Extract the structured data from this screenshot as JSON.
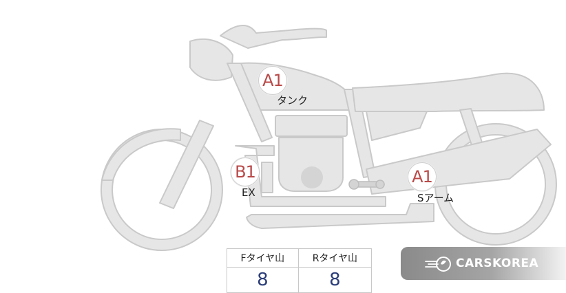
{
  "hotspots": [
    {
      "code": "A1",
      "label": "タンク"
    },
    {
      "code": "B1",
      "label": "EX"
    },
    {
      "code": "A1",
      "label": "Sアーム"
    }
  ],
  "tire_table": {
    "front_header": "Fタイヤ山",
    "rear_header": "Rタイヤ山",
    "front_value": "8",
    "rear_value": "8"
  },
  "brand": {
    "name": "CARSKOREA",
    "icon": "flame-logo-icon"
  },
  "colors": {
    "bike_fill": "#e6e6e6",
    "bike_stroke": "#c9c9c9",
    "badge_text": "#b94a48",
    "value_text": "#2c3e7a"
  }
}
